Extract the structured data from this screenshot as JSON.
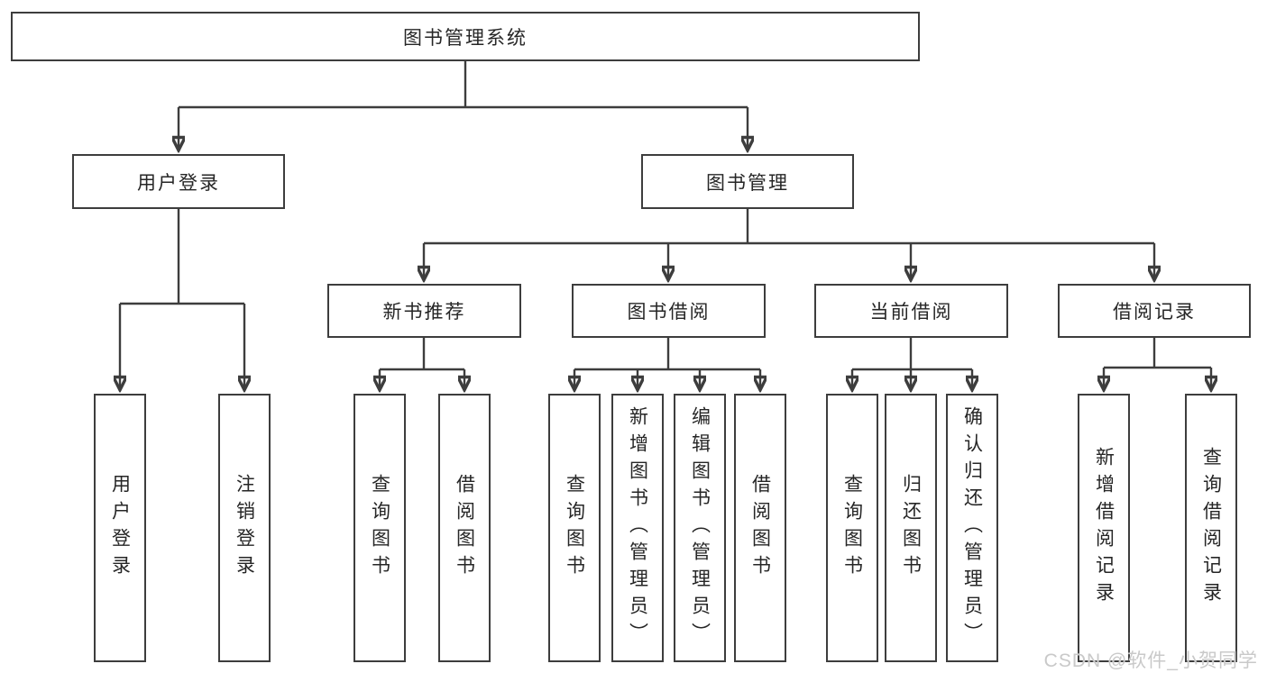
{
  "root": {
    "label": "图书管理系统"
  },
  "level2": [
    {
      "label": "用户登录"
    },
    {
      "label": "图书管理"
    }
  ],
  "level3": [
    {
      "label": "新书推荐",
      "parent": "图书管理"
    },
    {
      "label": "图书借阅",
      "parent": "图书管理"
    },
    {
      "label": "当前借阅",
      "parent": "图书管理"
    },
    {
      "label": "借阅记录",
      "parent": "图书管理"
    }
  ],
  "leaves": [
    {
      "label": "用户登录",
      "parent": "用户登录"
    },
    {
      "label": "注销登录",
      "parent": "用户登录"
    },
    {
      "label": "查询图书",
      "parent": "新书推荐"
    },
    {
      "label": "借阅图书",
      "parent": "新书推荐"
    },
    {
      "label": "查询图书",
      "parent": "图书借阅"
    },
    {
      "label": "新增图书（管理员）",
      "parent": "图书借阅"
    },
    {
      "label": "编辑图书（管理员）",
      "parent": "图书借阅"
    },
    {
      "label": "借阅图书",
      "parent": "图书借阅"
    },
    {
      "label": "查询图书",
      "parent": "当前借阅"
    },
    {
      "label": "归还图书",
      "parent": "当前借阅"
    },
    {
      "label": "确认归还（管理员）",
      "parent": "当前借阅"
    },
    {
      "label": "新增借阅记录",
      "parent": "借阅记录"
    },
    {
      "label": "查询借阅记录",
      "parent": "借阅记录"
    }
  ],
  "watermark": "CSDN @软件_小贺同学",
  "colors": {
    "line": "#3d3d3d",
    "text": "#262626",
    "watermark": "#c9c9c9",
    "background": "#ffffff"
  }
}
